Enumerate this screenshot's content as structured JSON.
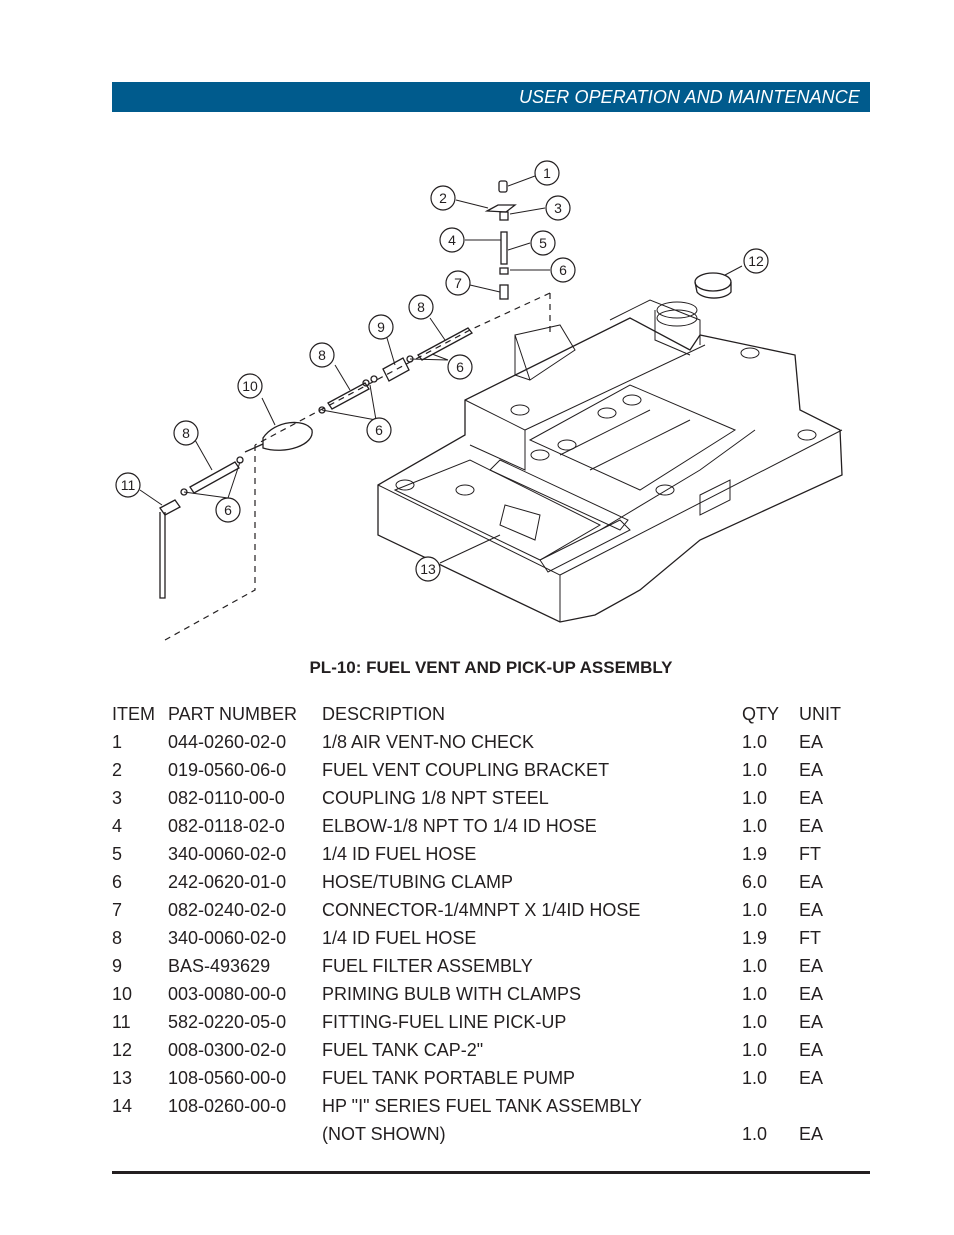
{
  "header": {
    "section_title": "USER OPERATION AND MAINTENANCE"
  },
  "figure": {
    "callouts": [
      "1",
      "2",
      "3",
      "4",
      "5",
      "6",
      "7",
      "8",
      "9",
      "8",
      "6",
      "10",
      "6",
      "8",
      "11",
      "6",
      "12",
      "13"
    ]
  },
  "caption": "PL-10:  FUEL VENT AND PICK-UP ASSEMBLY",
  "table": {
    "headers": {
      "item": "ITEM",
      "part_number": "PART NUMBER",
      "description": "DESCRIPTION",
      "qty": "QTY",
      "unit": "UNIT"
    },
    "rows": [
      {
        "item": "1",
        "part_number": "044-0260-02-0",
        "description": "1/8 AIR VENT-NO CHECK",
        "qty": "1.0",
        "unit": "EA"
      },
      {
        "item": "2",
        "part_number": "019-0560-06-0",
        "description": "FUEL VENT COUPLING BRACKET",
        "qty": "1.0",
        "unit": "EA"
      },
      {
        "item": "3",
        "part_number": "082-0110-00-0",
        "description": "COUPLING 1/8 NPT STEEL",
        "qty": "1.0",
        "unit": "EA"
      },
      {
        "item": "4",
        "part_number": "082-0118-02-0",
        "description": "ELBOW-1/8 NPT TO 1/4 ID HOSE",
        "qty": "1.0",
        "unit": "EA"
      },
      {
        "item": "5",
        "part_number": "340-0060-02-0",
        "description": "1/4 ID FUEL HOSE",
        "qty": "1.9",
        "unit": "FT"
      },
      {
        "item": "6",
        "part_number": "242-0620-01-0",
        "description": "HOSE/TUBING CLAMP",
        "qty": "6.0",
        "unit": "EA"
      },
      {
        "item": "7",
        "part_number": "082-0240-02-0",
        "description": "CONNECTOR-1/4MNPT X 1/4ID HOSE",
        "qty": "1.0",
        "unit": "EA"
      },
      {
        "item": "8",
        "part_number": "340-0060-02-0",
        "description": "1/4 ID FUEL HOSE",
        "qty": "1.9",
        "unit": "FT"
      },
      {
        "item": "9",
        "part_number": "BAS-493629",
        "description": "FUEL FILTER ASSEMBLY",
        "qty": "1.0",
        "unit": "EA"
      },
      {
        "item": "10",
        "part_number": "003-0080-00-0",
        "description": "PRIMING BULB WITH CLAMPS",
        "qty": "1.0",
        "unit": "EA"
      },
      {
        "item": "11",
        "part_number": "582-0220-05-0",
        "description": "FITTING-FUEL LINE PICK-UP",
        "qty": "1.0",
        "unit": "EA"
      },
      {
        "item": "12",
        "part_number": "008-0300-02-0",
        "description": "FUEL TANK CAP-2\"",
        "qty": "1.0",
        "unit": "EA"
      },
      {
        "item": "13",
        "part_number": "108-0560-00-0",
        "description": "FUEL TANK PORTABLE PUMP",
        "qty": "1.0",
        "unit": "EA"
      },
      {
        "item": "14",
        "part_number": "108-0260-00-0",
        "description": "HP \"I\" SERIES FUEL TANK ASSEMBLY",
        "qty": "",
        "unit": ""
      },
      {
        "item": "",
        "part_number": "",
        "description": "(NOT SHOWN)",
        "qty": "1.0",
        "unit": "EA"
      }
    ]
  },
  "colors": {
    "header_bar": "#005b8d",
    "header_text": "#ffffff",
    "ink": "#231f20"
  }
}
